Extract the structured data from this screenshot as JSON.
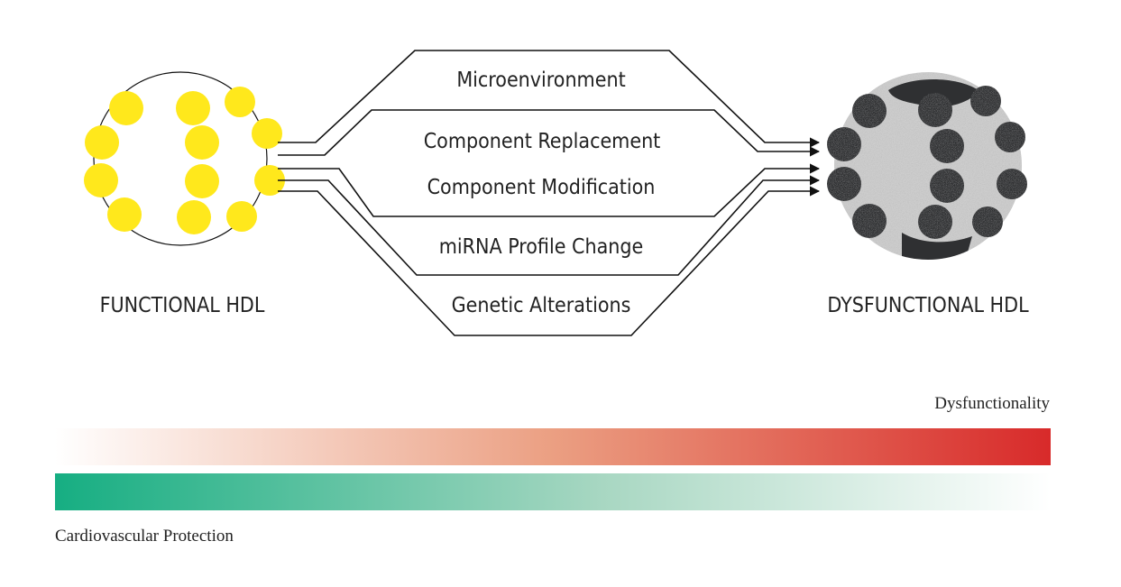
{
  "left_label": "FUNCTIONAL HDL",
  "right_label": "DYSFUNCTIONAL HDL",
  "pathways": [
    "Microenvironment",
    "Component Replacement",
    "Component Modification",
    "miRNA Profile Change",
    "Genetic Alterations"
  ],
  "top_bar_label": "Dysfunctionality",
  "bottom_bar_label": "Cardiovascular Protection",
  "colors": {
    "functional_dot": "#ffe81c",
    "functional_lipid": "#1a1a1a",
    "dysfunctional_core": "#cfcfcf",
    "dysfunctional_dot": "#2f3032",
    "dysfunction_gradient_end": "#d82a2a",
    "protection_gradient_start": "#16ae82"
  }
}
